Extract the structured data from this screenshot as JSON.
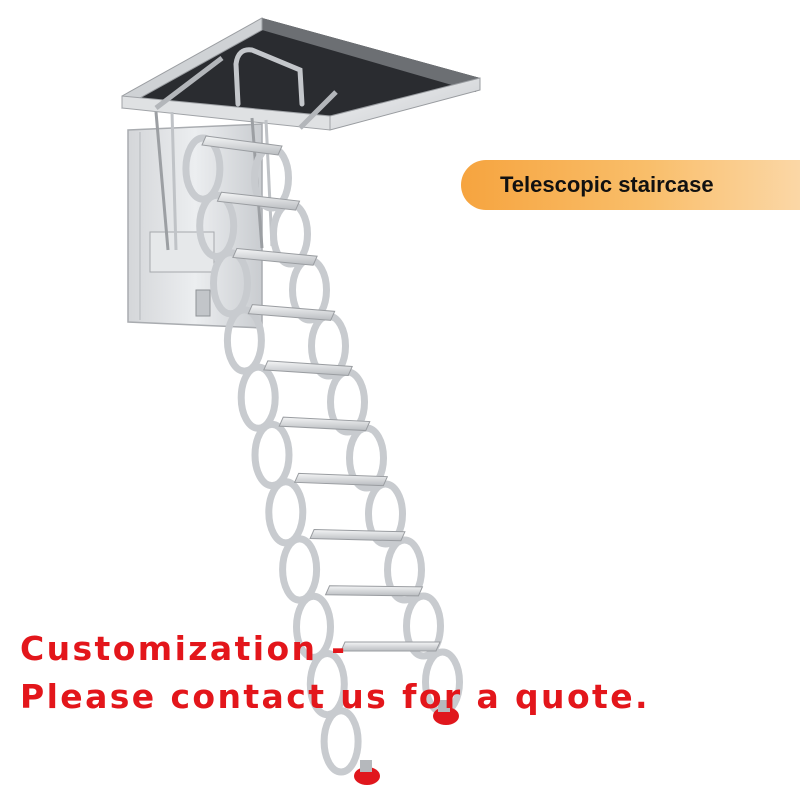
{
  "image": {
    "subject": "telescopic-attic-ladder-photo",
    "colors": {
      "background": "#ffffff",
      "metal": "#d8dadc",
      "metal_shadow": "#8d9094",
      "opening_dark": "#2a2c30",
      "foot_pads": "#e0171d"
    }
  },
  "badge": {
    "label": "Telescopic staircase",
    "color_start": "#f6a43f",
    "color_end": "#fbd7a6"
  },
  "overlay": {
    "line1": "Customization -",
    "line2": "Please contact us for a quote.",
    "color": "#e3161b"
  }
}
